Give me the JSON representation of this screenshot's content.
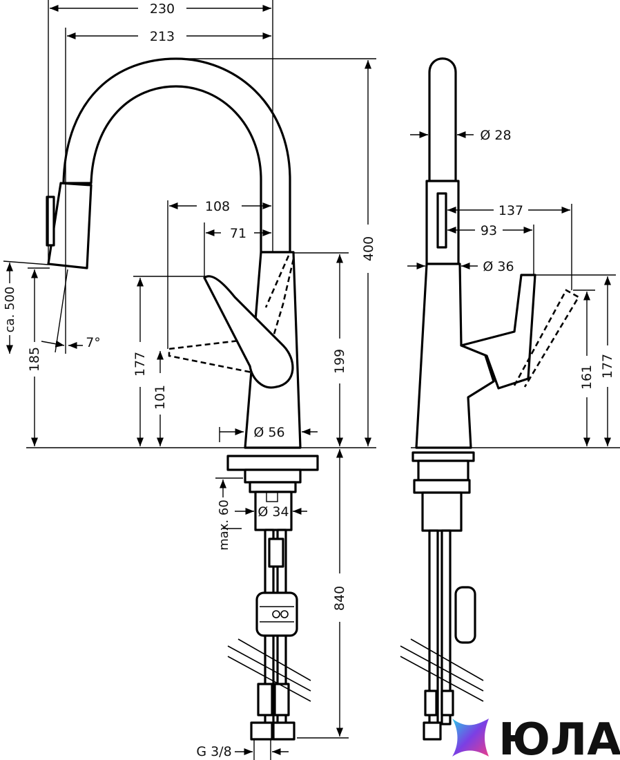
{
  "dimensions": {
    "width_overall": "230",
    "reach": "213",
    "lever_108": "108",
    "lever_71": "71",
    "height_total": "400",
    "outlet_ca500": "ca. 500",
    "angle_7": "7°",
    "outlet_185": "185",
    "lever_177": "177",
    "lever_101": "101",
    "body_199": "199",
    "base_d56": "Ø 56",
    "hole_d34": "Ø 34",
    "max60": "max. 60",
    "hose_840": "840",
    "thread_g38": "G 3/8",
    "spout_d28": "Ø 28",
    "side_137": "137",
    "side_93": "93",
    "body_d36": "Ø 36",
    "side_161": "161",
    "side_177": "177"
  },
  "logo": {
    "text": "ЮЛА",
    "colors": {
      "pink": "#e83e8c",
      "violet": "#7b3fe4",
      "cyan": "#2cc5e6"
    }
  }
}
